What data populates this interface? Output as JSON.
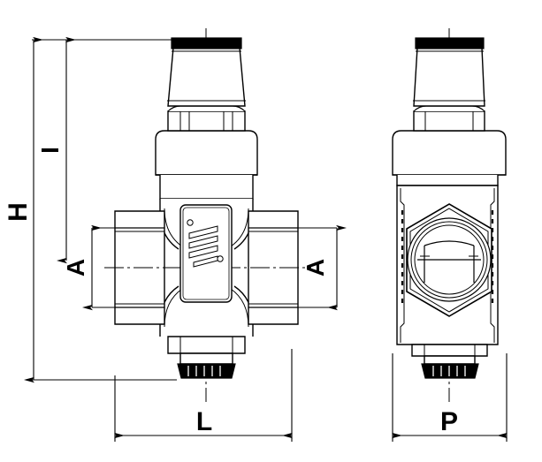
{
  "drawing": {
    "title": "Pressure reducing valve dimensional drawing",
    "background_color": "#ffffff",
    "line_color": "#000000",
    "fill_color": "#ffffff",
    "accent_fill": "#000000",
    "views": [
      {
        "id": "front-view",
        "name": "front elevation"
      },
      {
        "id": "side-view",
        "name": "side elevation"
      }
    ]
  },
  "dimensions": {
    "height_overall": {
      "label": "H",
      "name": "overall-height-dimension",
      "orientation": "vertical",
      "label_rotation": -90
    },
    "height_inner": {
      "label": "I",
      "name": "bonnet-height-dimension",
      "orientation": "vertical",
      "label_rotation": -90
    },
    "port_left": {
      "label": "A",
      "name": "left-port-height-dimension",
      "orientation": "vertical",
      "label_rotation": -90
    },
    "port_right": {
      "label": "A",
      "name": "right-port-height-dimension",
      "orientation": "vertical",
      "label_rotation": -90
    },
    "length": {
      "label": "L",
      "name": "overall-length-dimension",
      "orientation": "horizontal",
      "label_rotation": 0
    },
    "depth": {
      "label": "P",
      "name": "overall-depth-dimension",
      "orientation": "horizontal",
      "label_rotation": 0
    }
  },
  "components": {
    "top_cap": "adjustment-knob-cap",
    "adjust_knob": "adjustment-knob",
    "lock_nut": "hex-lock-nut",
    "bonnet": "spring-bonnet-dome",
    "body": "valve-body",
    "nameplate": "identification-nameplate",
    "left_port": "inlet-port",
    "right_port": "outlet-port",
    "bottom_cap": "knurled-bottom-cap",
    "hex_port": "hexagonal-threaded-port",
    "center_axis": "center-line-axis"
  }
}
